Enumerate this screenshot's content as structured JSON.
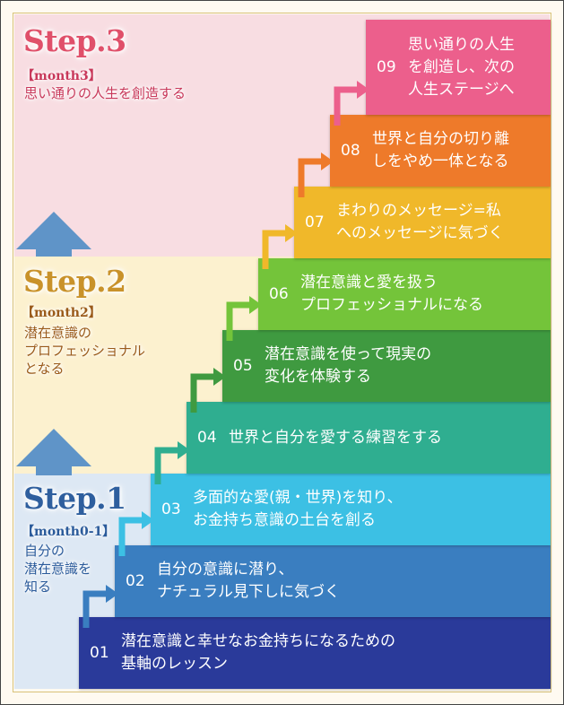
{
  "colors": {
    "step3_title": "#e0506a",
    "step2_title": "#c9922a",
    "step1_title": "#2f5f9e",
    "step3_text": "#c8385a",
    "step2_text": "#9a5a1a",
    "step1_text": "#2a5a9a",
    "up_arrow": "#5f94c8"
  },
  "steps": [
    {
      "title": "Step.3",
      "month": "【month3】",
      "desc": "思い通りの人生を創造する"
    },
    {
      "title": "Step.2",
      "month": "【month2】",
      "desc": "潜在意識の\nプロフェッショナル\nとなる"
    },
    {
      "title": "Step.1",
      "month": "【month0-1】",
      "desc": "自分の\n潜在意識を\n知る"
    }
  ],
  "stairs": [
    {
      "num": "01",
      "text": "潜在意識と幸せなお金持ちになるための\n基軸のレッスン",
      "color": "#2a3a9a"
    },
    {
      "num": "02",
      "text": "自分の意識に潜り、\nナチュラル見下しに気づく",
      "color": "#3a7ec0"
    },
    {
      "num": "03",
      "text": "多面的な愛(親・世界)を知り、\nお金持ち意識の土台を創る",
      "color": "#3cc0e4"
    },
    {
      "num": "04",
      "text": "世界と自分を愛する練習をする",
      "color": "#2fae90"
    },
    {
      "num": "05",
      "text": "潜在意識を使って現実の\n変化を体験する",
      "color": "#3f9a40"
    },
    {
      "num": "06",
      "text": "潜在意識と愛を扱う\nプロフェッショナルになる",
      "color": "#74c43a"
    },
    {
      "num": "07",
      "text": "まわりのメッセージ=私\nへのメッセージに気づく",
      "color": "#f0b82a"
    },
    {
      "num": "08",
      "text": "世界と自分の切り離\nしをやめ一体となる",
      "color": "#ee7a2a"
    },
    {
      "num": "09",
      "text": "思い通りの人生\nを創造し、次の\n人生ステージへ",
      "color": "#ec5f8c"
    }
  ]
}
